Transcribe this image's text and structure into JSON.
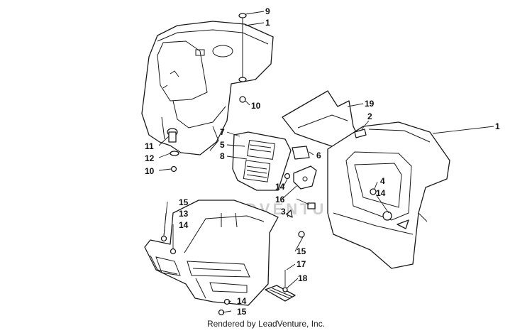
{
  "callouts": [
    {
      "id": "c9",
      "label": "9"
    },
    {
      "id": "c1a",
      "label": "1"
    },
    {
      "id": "c10a",
      "label": "10"
    },
    {
      "id": "c11",
      "label": "11"
    },
    {
      "id": "c12",
      "label": "12"
    },
    {
      "id": "c10b",
      "label": "10"
    },
    {
      "id": "c7",
      "label": "7"
    },
    {
      "id": "c5",
      "label": "5"
    },
    {
      "id": "c8",
      "label": "8"
    },
    {
      "id": "c6",
      "label": "6"
    },
    {
      "id": "c19",
      "label": "19"
    },
    {
      "id": "c2",
      "label": "2"
    },
    {
      "id": "c1b",
      "label": "1"
    },
    {
      "id": "c4",
      "label": "4"
    },
    {
      "id": "c14a",
      "label": "14"
    },
    {
      "id": "c14b",
      "label": "14"
    },
    {
      "id": "c16",
      "label": "16"
    },
    {
      "id": "c3",
      "label": "3"
    },
    {
      "id": "c15a",
      "label": "15"
    },
    {
      "id": "c13",
      "label": "13"
    },
    {
      "id": "c14c",
      "label": "14"
    },
    {
      "id": "c15b",
      "label": "15"
    },
    {
      "id": "c17",
      "label": "17"
    },
    {
      "id": "c18",
      "label": "18"
    },
    {
      "id": "c14d",
      "label": "14"
    },
    {
      "id": "c15c",
      "label": "15"
    }
  ],
  "watermark": "LEADVENTURE",
  "credit": "Rendered by LeadVenture, Inc."
}
